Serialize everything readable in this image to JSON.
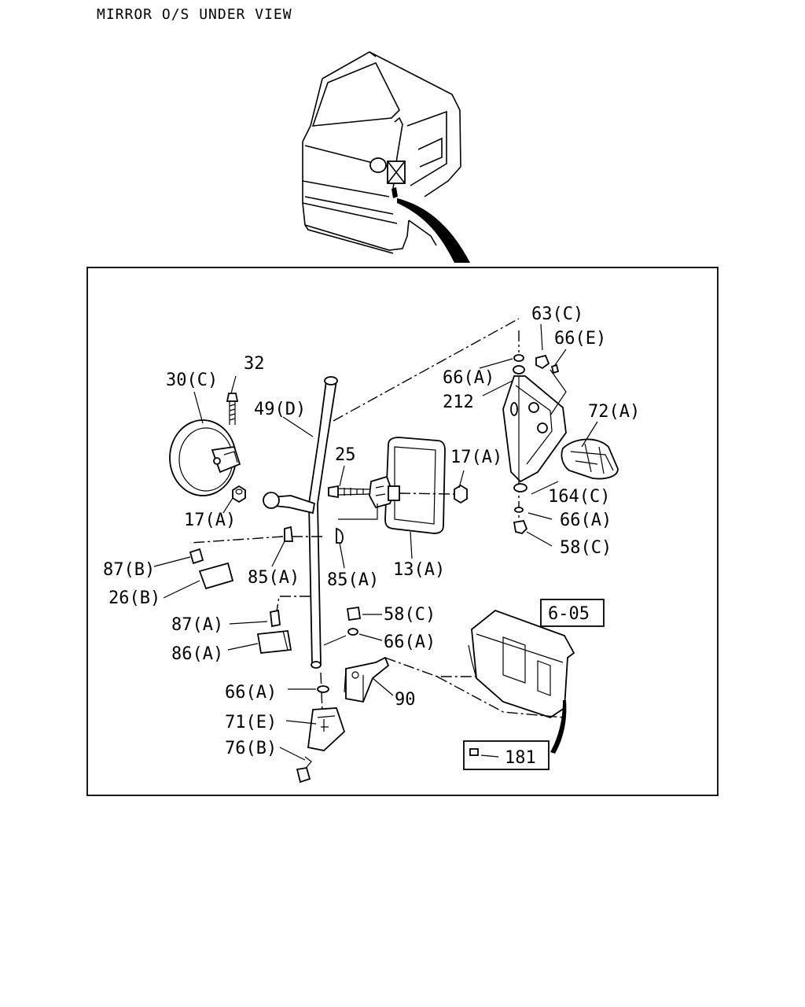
{
  "title": "MIRROR O/S UNDER VIEW",
  "refs": {
    "section": "6-05",
    "part_181": "181"
  },
  "labels": {
    "p63c": "63(C)",
    "p66e": "66(E)",
    "p66a_top": "66(A)",
    "p212": "212",
    "p72a": "72(A)",
    "p32": "32",
    "p30c": "30(C)",
    "p49d": "49(D)",
    "p25": "25",
    "p17a_right": "17(A)",
    "p17a_left": "17(A)",
    "p164c": "164(C)",
    "p66a_right": "66(A)",
    "p58c_right": "58(C)",
    "p87b": "87(B)",
    "p85a_left": "85(A)",
    "p85a_right": "85(A)",
    "p13a": "13(A)",
    "p26b": "26(B)",
    "p87a": "87(A)",
    "p58c_mid": "58(C)",
    "p66a_mid": "66(A)",
    "p86a": "86(A)",
    "p66a_low": "66(A)",
    "p90": "90",
    "p71e": "71(E)",
    "p76b": "76(B)"
  }
}
